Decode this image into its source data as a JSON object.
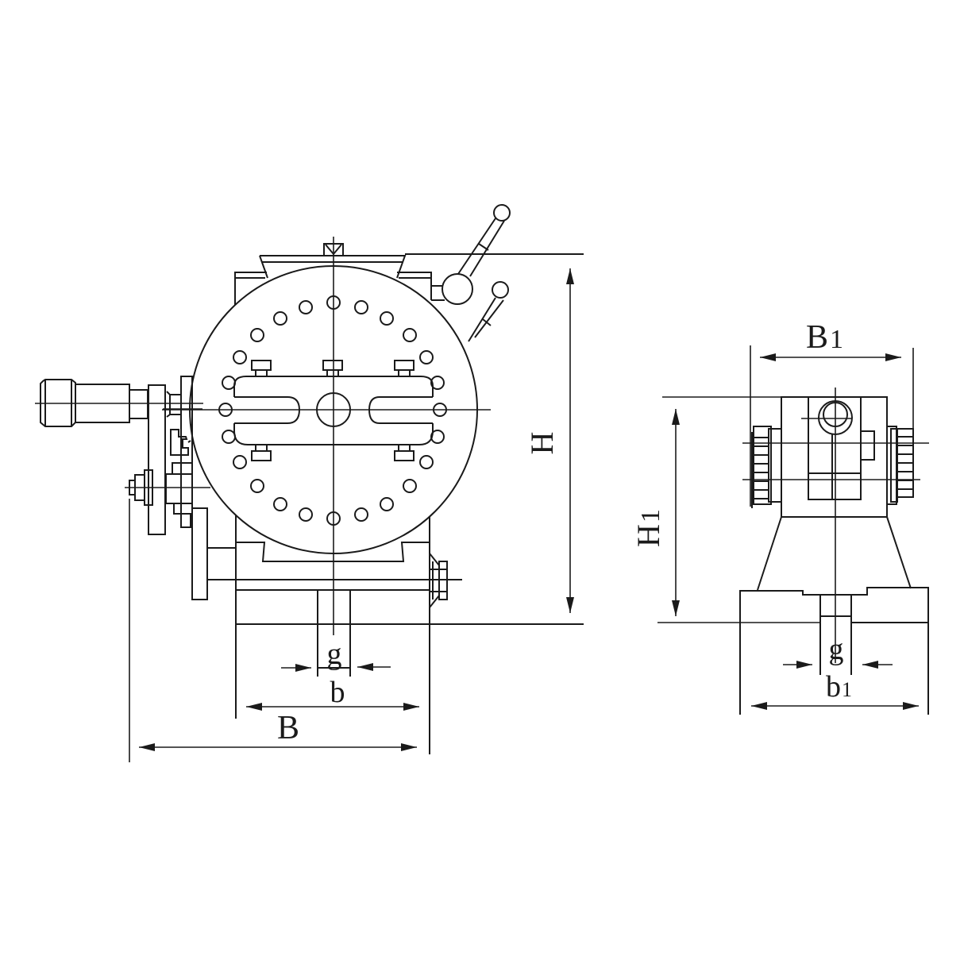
{
  "diagram": {
    "type": "technical-drawing",
    "subject": "dividing head / indexing fixture, front and side views",
    "line_color": "#1a1a1a",
    "background": "#ffffff"
  },
  "front_view": {
    "dimensions": {
      "H": "H",
      "B": "B",
      "b": "b",
      "g": "g"
    },
    "index_plate_holes": 24,
    "clamp_blocks": 5
  },
  "side_view": {
    "dimensions": {
      "B1_main": "B",
      "B1_sub": "1",
      "H1_main": "H",
      "H1_sub": "1",
      "b1_main": "b",
      "b1_sub": "1",
      "g": "g"
    }
  }
}
